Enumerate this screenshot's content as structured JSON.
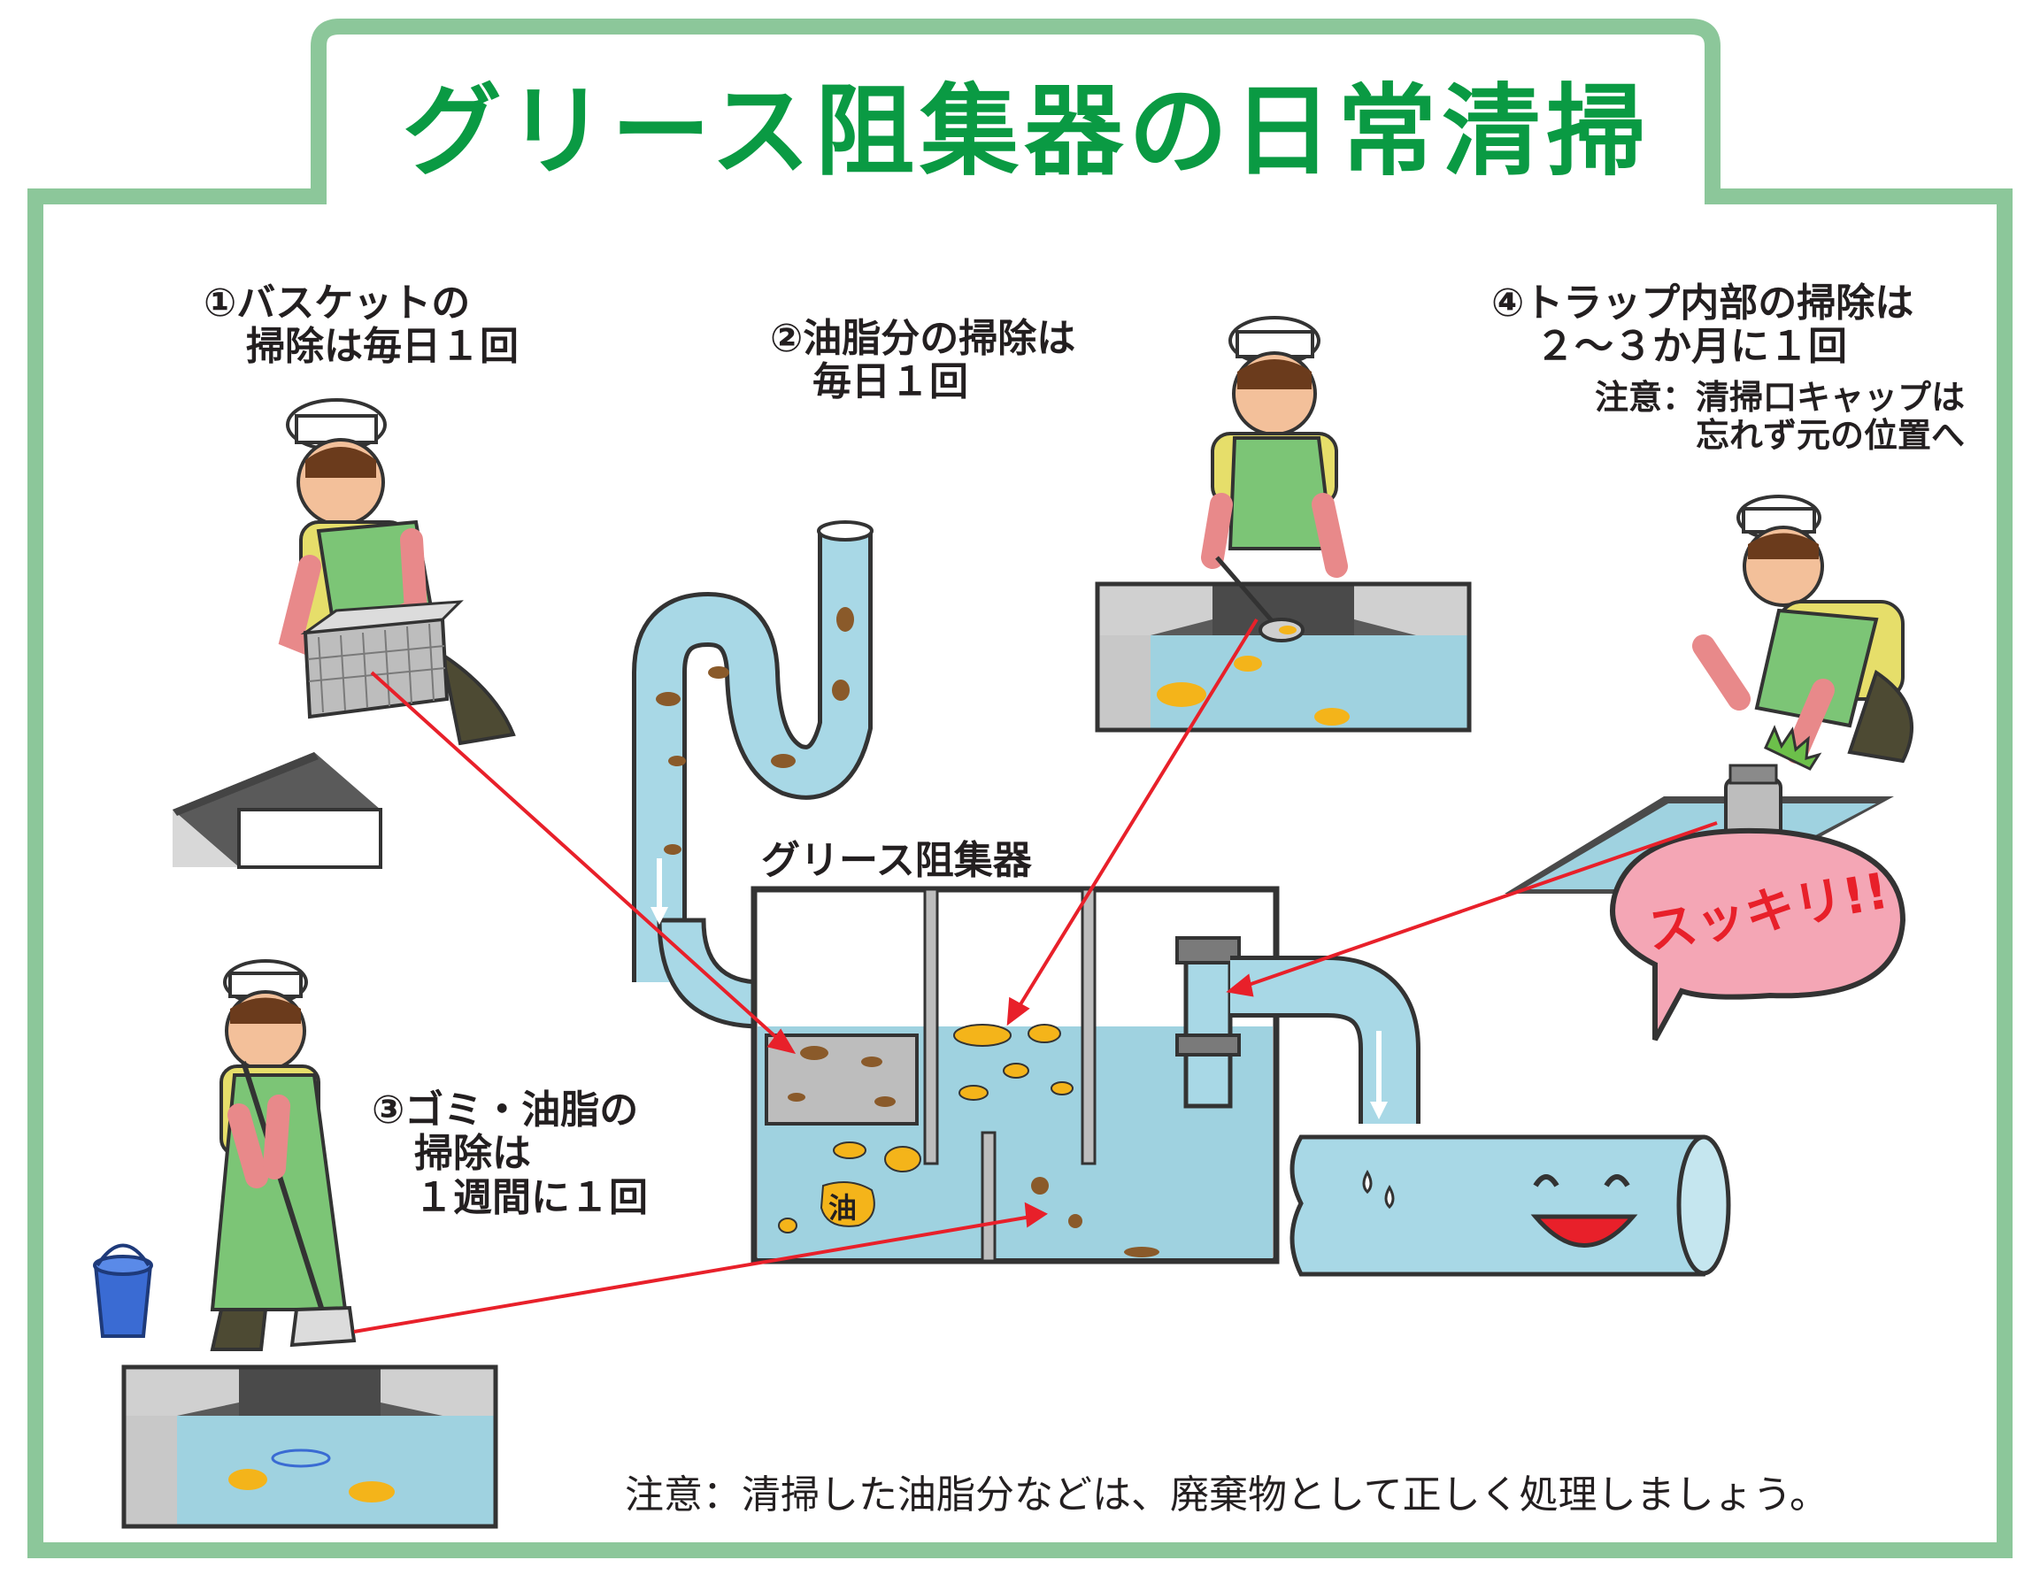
{
  "title": "グリース阻集器の日常清掃",
  "colors": {
    "frame_border": "#8cc79a",
    "title_green": "#0a9a43",
    "water": "#9fd2e0",
    "oil": "#f4b41a",
    "apron": "#7cc576",
    "arrow": "#e8202a",
    "pipe": "#a8d8e6"
  },
  "steps": {
    "s1": {
      "line1": "①バスケットの",
      "line2": "掃除は毎日１回"
    },
    "s2": {
      "line1": "②油脂分の掃除は",
      "line2": "毎日１回"
    },
    "s3": {
      "line1": "③ゴミ・油脂の",
      "line2": "掃除は",
      "line3": "１週間に１回"
    },
    "s4": {
      "line1": "④トラップ内部の掃除は",
      "line2": "２～３か月に１回",
      "note1": "注意：清掃口キャップは",
      "note2": "忘れず元の位置へ"
    }
  },
  "trap_label": "グリース阻集器",
  "oil_label": "油",
  "speech_bubble": "スッキリ!!",
  "bottom_note": "注意：清掃した油脂分などは、廃棄物として正しく処理しましょう。"
}
